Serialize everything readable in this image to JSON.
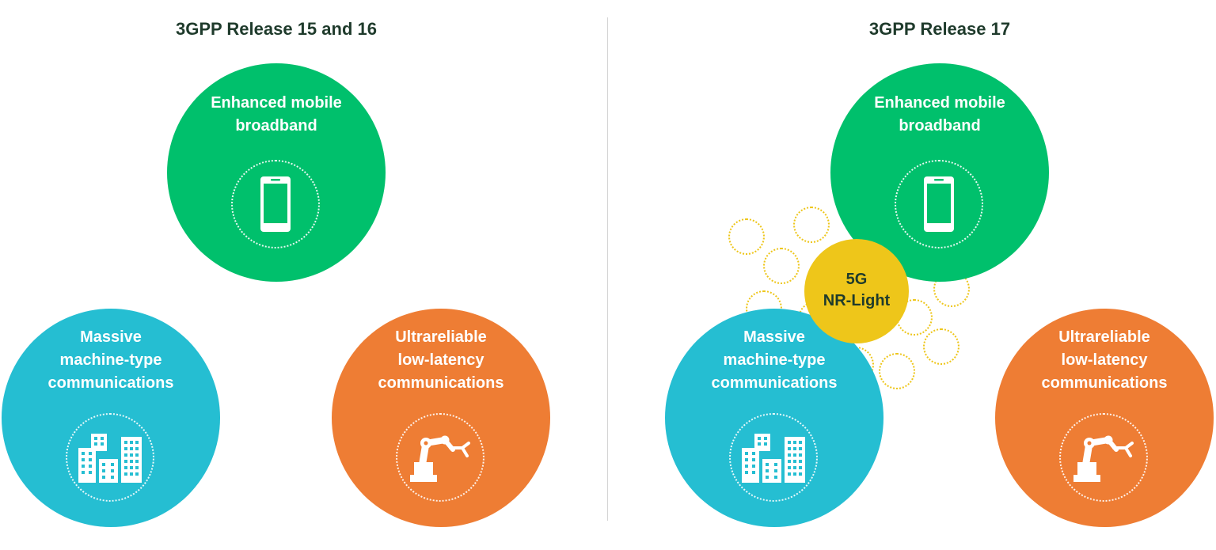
{
  "left_panel": {
    "title": "3GPP Release 15 and 16",
    "embb": {
      "line1": "Enhanced mobile",
      "line2": "broadband",
      "icon": "smartphone-icon",
      "color": "#00c06c"
    },
    "mmtc": {
      "line1": "Massive",
      "line2": "machine-type",
      "line3": "communications",
      "icon": "buildings-icon",
      "color": "#25bed2"
    },
    "urllc": {
      "line1": "Ultrareliable",
      "line2": "low-latency",
      "line3": "communications",
      "icon": "robot-arm-icon",
      "color": "#ee7d34"
    }
  },
  "right_panel": {
    "title": "3GPP Release 17",
    "embb": {
      "line1": "Enhanced mobile",
      "line2": "broadband",
      "icon": "smartphone-icon",
      "color": "#00c06c"
    },
    "mmtc": {
      "line1": "Massive",
      "line2": "machine-type",
      "line3": "communications",
      "icon": "buildings-icon",
      "color": "#25bed2"
    },
    "urllc": {
      "line1": "Ultrareliable",
      "line2": "low-latency",
      "line3": "communications",
      "icon": "robot-arm-icon",
      "color": "#ee7d34"
    },
    "nr_light": {
      "line1": "5G",
      "line2": "NR-Light",
      "color": "#eec61a"
    }
  }
}
